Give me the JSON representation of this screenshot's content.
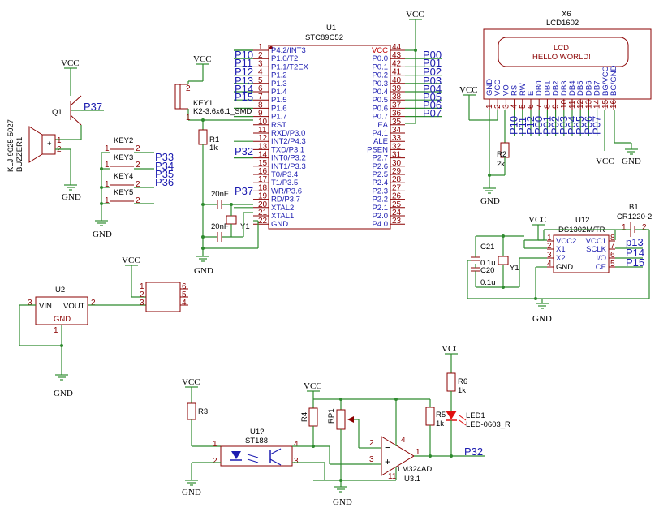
{
  "power": {
    "vcc": "VCC",
    "gnd": "GND"
  },
  "u1": {
    "ref": "U1",
    "part": "STC89C52",
    "left_pins": [
      {
        "n": "1",
        "name": "P4.2/INT3"
      },
      {
        "n": "2",
        "name": "P1.0/T2"
      },
      {
        "n": "3",
        "name": "P1.1/T2EX"
      },
      {
        "n": "4",
        "name": "P1.2"
      },
      {
        "n": "5",
        "name": "P1.3"
      },
      {
        "n": "6",
        "name": "P1.4"
      },
      {
        "n": "7",
        "name": "P1.5"
      },
      {
        "n": "8",
        "name": "P1.6"
      },
      {
        "n": "9",
        "name": "P1.7"
      },
      {
        "n": "10",
        "name": "RST"
      },
      {
        "n": "11",
        "name": "RXD/P3.0"
      },
      {
        "n": "12",
        "name": "INT2/P4.3"
      },
      {
        "n": "13",
        "name": "TXD/P3.1"
      },
      {
        "n": "14",
        "name": "INT0/P3.2"
      },
      {
        "n": "15",
        "name": "INT1/P3.3"
      },
      {
        "n": "16",
        "name": "T0/P3.4"
      },
      {
        "n": "17",
        "name": "T1/P3.5"
      },
      {
        "n": "18",
        "name": "WR/P3.6"
      },
      {
        "n": "19",
        "name": "RD/P3.7"
      },
      {
        "n": "20",
        "name": "XTAL2"
      },
      {
        "n": "21",
        "name": "XTAL1"
      },
      {
        "n": "22",
        "name": "GND"
      }
    ],
    "right_pins": [
      {
        "n": "44",
        "name": "VCC"
      },
      {
        "n": "43",
        "name": "P0.0"
      },
      {
        "n": "42",
        "name": "P0.1"
      },
      {
        "n": "41",
        "name": "P0.2"
      },
      {
        "n": "40",
        "name": "P0.3"
      },
      {
        "n": "39",
        "name": "P0.4"
      },
      {
        "n": "38",
        "name": "P0.5"
      },
      {
        "n": "37",
        "name": "P0.6"
      },
      {
        "n": "36",
        "name": "P0.7"
      },
      {
        "n": "35",
        "name": "EA"
      },
      {
        "n": "34",
        "name": "P4.1"
      },
      {
        "n": "33",
        "name": "ALE"
      },
      {
        "n": "32",
        "name": "PSEN"
      },
      {
        "n": "31",
        "name": "P2.7"
      },
      {
        "n": "30",
        "name": "P2.6"
      },
      {
        "n": "29",
        "name": "P2.5"
      },
      {
        "n": "28",
        "name": "P2.4"
      },
      {
        "n": "27",
        "name": "P2.3"
      },
      {
        "n": "26",
        "name": "P2.2"
      },
      {
        "n": "25",
        "name": "P2.1"
      },
      {
        "n": "24",
        "name": "P2.0"
      },
      {
        "n": "23",
        "name": "P4.0"
      }
    ],
    "left_nets": [
      "P10",
      "P11",
      "P12",
      "P13",
      "P14",
      "P15"
    ],
    "right_nets": [
      "P00",
      "P01",
      "P02",
      "P03",
      "P04",
      "P05",
      "P06",
      "P07"
    ],
    "p32": "P32",
    "p37": "P37"
  },
  "reset": {
    "key_ref": "KEY1",
    "key_part": "K2-3.6x6.1_SMD",
    "key_pins": [
      "2",
      "1",
      "1"
    ],
    "r_ref": "R1",
    "r_val": "1k"
  },
  "crystal": {
    "c_a": "20nF",
    "c_b": "20nF",
    "y_ref": "Y1",
    "y_pins": [
      "1",
      "2"
    ]
  },
  "buzzer": {
    "q_ref": "Q1",
    "net": "P37",
    "bz_ref": "BUZZER1",
    "bz_part": "KLJ-9025-5027",
    "bz_pins": [
      "1",
      "2"
    ],
    "plus": "+"
  },
  "keys": {
    "items": [
      {
        "ref": "KEY2",
        "net": "P33"
      },
      {
        "ref": "KEY3",
        "net": "P34"
      },
      {
        "ref": "KEY4",
        "net": "P35"
      },
      {
        "ref": "KEY5",
        "net": "P36"
      }
    ],
    "p1": "1",
    "p2": "2"
  },
  "lcd": {
    "ref": "X6",
    "part": "LCD1602",
    "screen_l1": "LCD",
    "screen_l2": "HELLO WORLD!",
    "pins": [
      {
        "n": "1",
        "name": "GND"
      },
      {
        "n": "2",
        "name": "VCC"
      },
      {
        "n": "3",
        "name": "VO"
      },
      {
        "n": "4",
        "name": "RS"
      },
      {
        "n": "5",
        "name": "RW"
      },
      {
        "n": "6",
        "name": "E"
      },
      {
        "n": "7",
        "name": "DB0"
      },
      {
        "n": "8",
        "name": "DB1"
      },
      {
        "n": "9",
        "name": "DB2"
      },
      {
        "n": "10",
        "name": "DB3"
      },
      {
        "n": "11",
        "name": "DB4"
      },
      {
        "n": "12",
        "name": "DB5"
      },
      {
        "n": "13",
        "name": "DB6"
      },
      {
        "n": "14",
        "name": "DB7"
      },
      {
        "n": "15",
        "name": "BG/VCC"
      },
      {
        "n": "16",
        "name": "BG/GND"
      }
    ],
    "nets": [
      "P10",
      "P11",
      "P12",
      "P00",
      "P01",
      "P02",
      "P03",
      "P04",
      "P05",
      "P06",
      "P07"
    ],
    "r_ref": "R2",
    "r_val": "2k"
  },
  "rtc": {
    "ref": "U12",
    "part": "DS1302M/TR",
    "left_pins": [
      {
        "n": "1",
        "name": "VCC2"
      },
      {
        "n": "2",
        "name": "X1"
      },
      {
        "n": "3",
        "name": "X2"
      },
      {
        "n": "4",
        "name": "GND"
      }
    ],
    "right_pins": [
      {
        "n": "8",
        "name": "VCC1"
      },
      {
        "n": "7",
        "name": "SCLK"
      },
      {
        "n": "6",
        "name": "I/O"
      },
      {
        "n": "5",
        "name": "CE"
      }
    ],
    "nets": [
      "p13",
      "P14",
      "P15"
    ],
    "batt_ref": "B1",
    "batt_part": "CR1220-2",
    "batt_pins": [
      "1",
      "2"
    ],
    "c21": "C21",
    "c20": "C20",
    "c21_val": "0.1u",
    "c20_val": "0.1u",
    "y_ref": "Y1"
  },
  "reg": {
    "u2_ref": "U2",
    "vin": "VIN",
    "vout": "VOUT",
    "gnd": "GND",
    "pins": [
      "1",
      "3",
      "2"
    ],
    "chip_pins": [
      "1",
      "2",
      "3",
      "6",
      "5",
      "4"
    ]
  },
  "sensor": {
    "r3": "R3",
    "u_ref": "U1?",
    "u_part": "ST188",
    "u_pins": [
      "1",
      "2",
      "4",
      "3"
    ],
    "r4": "R4",
    "rp1": "RP1",
    "r5": "R5",
    "r5_val": "1k",
    "r6": "R6",
    "r6_val": "1k",
    "led_ref": "LED1",
    "led_part": "LED-0603_R",
    "op_ref": "LM324AD",
    "op_unit": "U3.1",
    "op_pins": [
      "2",
      "3",
      "1",
      "4",
      "11"
    ],
    "net": "P32",
    "minus": "−",
    "plus": "+"
  }
}
